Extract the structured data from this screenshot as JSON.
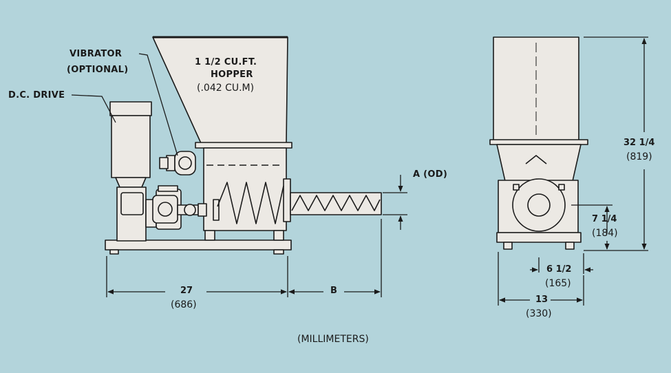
{
  "colors": {
    "background": "#b3d4db",
    "line": "#1a1a1a",
    "metal": "#ece9e4"
  },
  "labels": {
    "vibrator": "VIBRATOR",
    "vibrator_optional": "(OPTIONAL)",
    "dc_drive": "D.C. DRIVE",
    "hopper_line1": "1 1/2 CU.FT.",
    "hopper_line2": "HOPPER",
    "hopper_metric": "(.042 CU.M)",
    "a_od": "A (OD)",
    "units": "(MILLIMETERS)"
  },
  "dimensions": {
    "length_in": "27",
    "length_mm": "(686)",
    "b": "B",
    "height_in": "32 1/4",
    "height_mm": "(819)",
    "center_height_in": "7 1/4",
    "center_height_mm": "(184)",
    "center_offset_in": "6 1/2",
    "center_offset_mm": "(165)",
    "width_in": "13",
    "width_mm": "(330)"
  },
  "icons": [
    "vibrator-icon",
    "motor-icon",
    "auger-icon",
    "hopper-icon"
  ]
}
